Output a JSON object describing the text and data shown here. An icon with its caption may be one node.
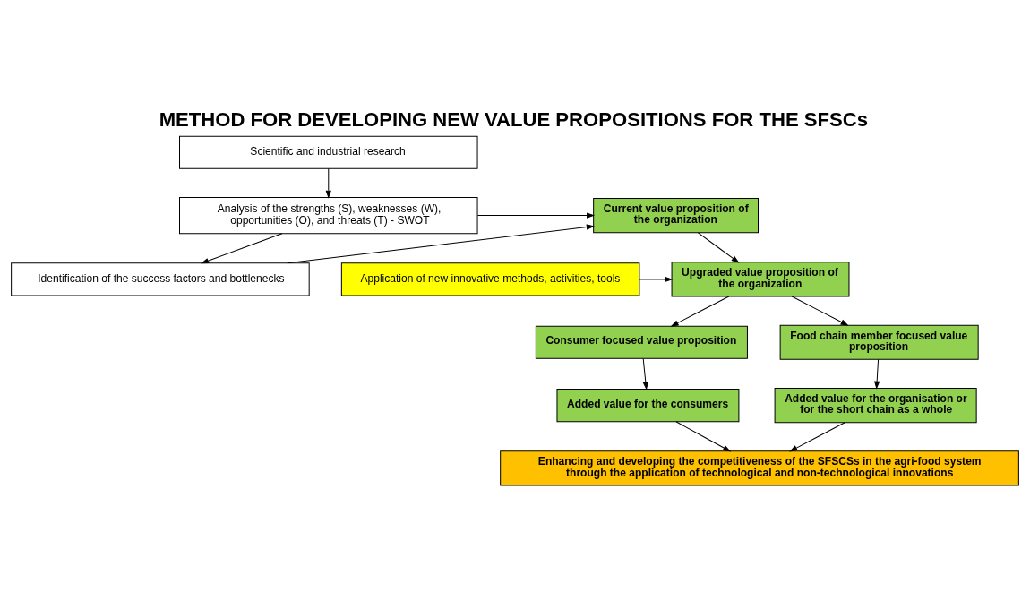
{
  "diagram": {
    "title": "METHOD FOR DEVELOPING NEW VALUE PROPOSITIONS FOR THE SFSCs",
    "nodes": [
      {
        "text": [
          "Scientific and industrial research"
        ]
      },
      {
        "text": [
          "Analysis of the strengths (S), weaknesses (W), opportunities (O), and threats (T) - SWOT"
        ]
      },
      {
        "text": [
          "Identification of the success factors and bottlenecks"
        ]
      },
      {
        "text": [
          "Current value proposition of the organization"
        ]
      },
      {
        "text": [
          "Upgraded value proposition of the organization"
        ]
      },
      {
        "text": [
          "Application of new innovative methods, activities, tools"
        ]
      },
      {
        "text": [
          "Consumer focused value proposition"
        ]
      },
      {
        "text": [
          "Food chain member focused value proposition"
        ]
      },
      {
        "text": [
          "Added value for the consumers"
        ]
      },
      {
        "text": [
          "Added value for the organisation or for the short chain as a whole"
        ]
      },
      {
        "text": [
          "Enhancing and developing the competitiveness of the SFSCSs in the agri-food system through the application of technological and non-technological innovations"
        ]
      }
    ],
    "edges": [
      {
        "from": 0,
        "to": 1,
        "arrow": "to"
      },
      {
        "from": 1,
        "to": 2,
        "arrow": "to"
      },
      {
        "from": 1,
        "to": 3,
        "arrow": "to"
      },
      {
        "from": 2,
        "to": 3,
        "arrow": "to"
      },
      {
        "from": 3,
        "to": 4,
        "arrow": "to"
      },
      {
        "from": 5,
        "to": 4,
        "arrow": "to"
      },
      {
        "from": 4,
        "to": 6,
        "arrow": "to"
      },
      {
        "from": 4,
        "to": 7,
        "arrow": "to"
      },
      {
        "from": 6,
        "to": 8,
        "arrow": "to"
      },
      {
        "from": 7,
        "to": 9,
        "arrow": "to"
      },
      {
        "from": 8,
        "to": 10,
        "arrow": "to"
      },
      {
        "from": 9,
        "to": 10,
        "arrow": "to"
      }
    ]
  }
}
